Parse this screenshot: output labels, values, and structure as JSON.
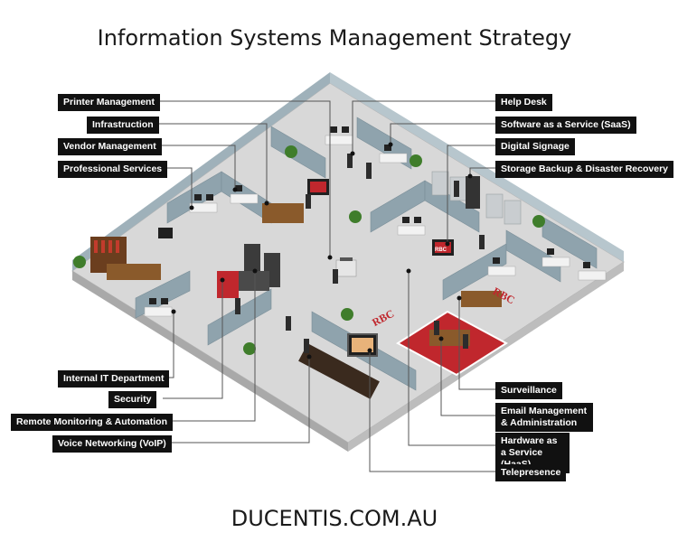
{
  "title": "Information Systems Management Strategy",
  "footer": "DUCENTIS.COM.AU",
  "labels_left": {
    "printer": "Printer Management",
    "infrastruction": "Infrastruction",
    "vendor": "Vendor Management",
    "professional": "Professional Services",
    "internal_it": "Internal IT Department",
    "security": "Security",
    "remote": "Remote Monitoring & Automation",
    "voip": "Voice Networking (VoIP)"
  },
  "labels_right": {
    "helpdesk": "Help Desk",
    "saas": "Software as a Service (SaaS)",
    "signage": "Digital Signage",
    "storage": "Storage Backup & Disaster Recovery",
    "surveillance": "Surveillance",
    "email": "Email Management & Administration",
    "haas": "Hardware as a Service (HaaS)",
    "telepresence": "Telepresence"
  },
  "signs": {
    "sign_a": "RBC",
    "sign_b": "RBC",
    "sign_c": "RBC"
  },
  "colors": {
    "floor": "#d9d9d9",
    "wall": "#8fa3ad",
    "label_bg": "#111111",
    "rug": "#c0272d",
    "wood": "#8a5a2b"
  }
}
